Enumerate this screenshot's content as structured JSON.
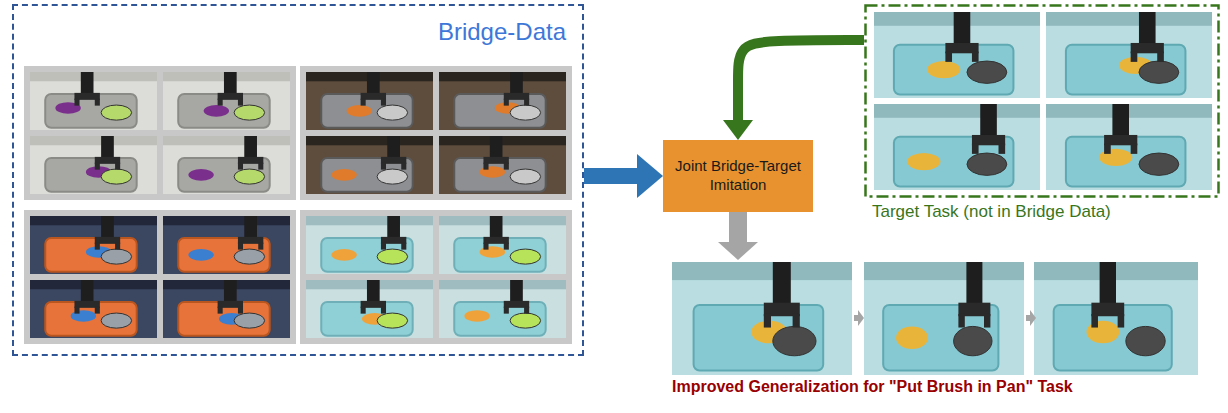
{
  "diagram": {
    "nodes": [
      {
        "text": [
          "Bridge-Data"
        ]
      },
      {
        "text": [
          "Joint Bridge-Target Imitation"
        ]
      },
      {
        "text": [
          "Target Task (not in Bridge Data)"
        ]
      },
      {
        "text": [
          "Improved Generalization for \"Put Brush in Pan\" Task"
        ]
      }
    ],
    "edges": [
      {
        "from": 0,
        "to": 1,
        "arrow": "to"
      },
      {
        "from": 2,
        "to": 1,
        "arrow": "to"
      },
      {
        "from": 1,
        "to": 3,
        "arrow": "to"
      }
    ]
  }
}
